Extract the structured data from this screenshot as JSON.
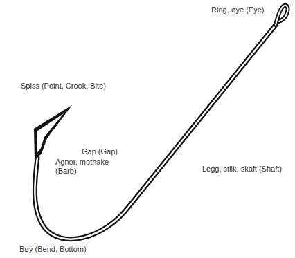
{
  "diagram": {
    "labels": [
      "Ring, øye (Eye)",
      "Spiss (Point, Crook, Bite)",
      "Gap (Gap)",
      "Agnor, mothake (Barb)",
      "Legg, stilk, skaft (Shaft)",
      "Bøy (Bend, Bottom)"
    ]
  }
}
